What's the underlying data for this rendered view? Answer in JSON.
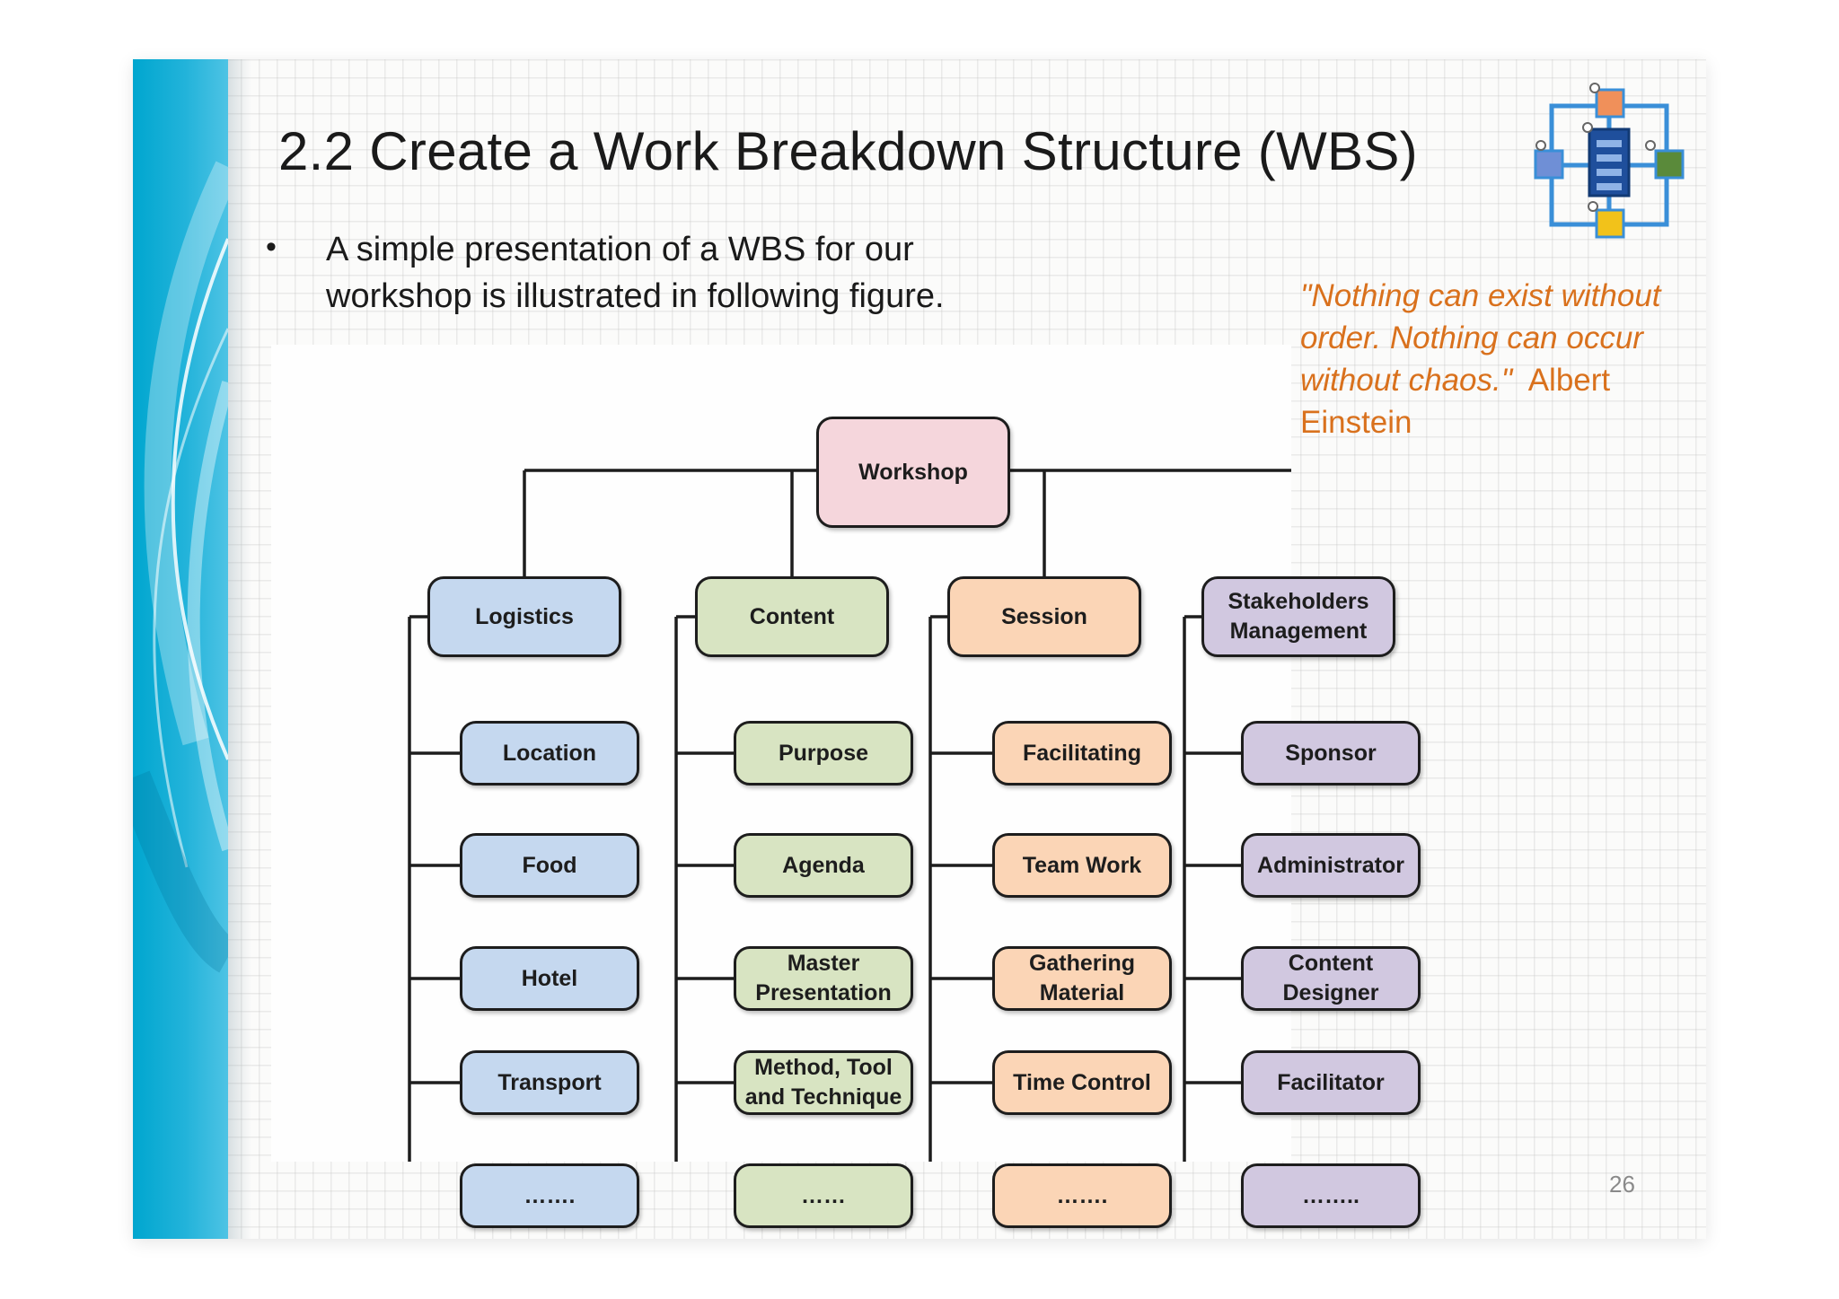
{
  "slide": {
    "title": "2.2 Create a Work Breakdown Structure (WBS)",
    "bullet": "•",
    "bullet_text": "A simple presentation of a WBS for our workshop is illustrated in following figure.",
    "quote_text": "\"Nothing can exist without order. Nothing can occur without chaos.\"",
    "quote_author": "Albert Einstein",
    "page_number": "26"
  },
  "colors": {
    "quote": "#d9711d",
    "logistics": "#c5d8ef",
    "content": "#d8e4c2",
    "session": "#fbd5b6",
    "stakeholders": "#d1c8e0",
    "workshop": "#f5d6dc"
  },
  "wbs": {
    "root": "Workshop",
    "branches": [
      {
        "label": "Logistics",
        "children": [
          "Location",
          "Food",
          "Hotel",
          "Transport",
          "……."
        ]
      },
      {
        "label": "Content",
        "children": [
          "Purpose",
          "Agenda",
          "Master\nPresentation",
          "Method, Tool\nand Technique",
          "……"
        ]
      },
      {
        "label": "Session",
        "children": [
          "Facilitating",
          "Team Work",
          "Gathering\nMaterial",
          "Time Control",
          "……."
        ]
      },
      {
        "label": "Stakeholders\nManagement",
        "children": [
          "Sponsor",
          "Administrator",
          "Content\nDesigner",
          "Facilitator",
          "…….."
        ]
      }
    ]
  }
}
